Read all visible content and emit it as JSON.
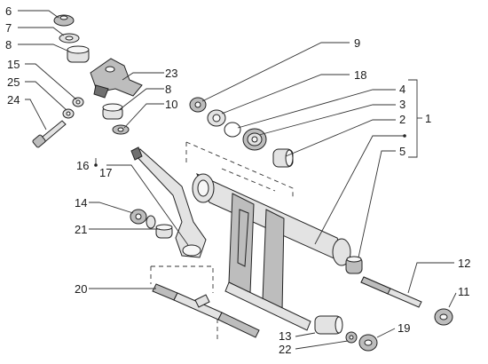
{
  "callouts": {
    "n1": "1",
    "n2": "2",
    "n3": "3",
    "n4": "4",
    "n5": "5",
    "n6": "6",
    "n7": "7",
    "n8a": "8",
    "n8b": "8",
    "n9": "9",
    "n10": "10",
    "n11": "11",
    "n12": "12",
    "n13": "13",
    "n14": "14",
    "n15": "15",
    "n16": "16",
    "n17": "17",
    "n18": "18",
    "n19": "19",
    "n20": "20",
    "n21": "21",
    "n22": "22",
    "n23": "23",
    "n24": "24",
    "n25": "25"
  },
  "colors": {
    "line": "#222222",
    "part_light": "#e3e3e3",
    "part_mid": "#bdbdbd",
    "part_dark": "#6f6f6f"
  }
}
